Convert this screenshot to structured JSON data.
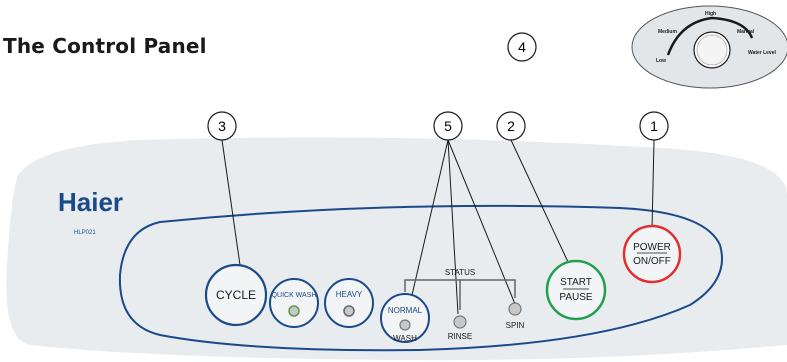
{
  "heading": "The Control Panel",
  "brand": {
    "name": "Haier",
    "model": "HLP021",
    "color": "#1a4a8a"
  },
  "colors": {
    "panel": "#e8ecef",
    "outline": "#1a4a8a",
    "start_ring": "#22a050",
    "power_ring": "#e03030",
    "led": "#8a8a8a"
  },
  "buttons": {
    "cycle": "CYCLE",
    "quick_wash": "QUICK WASH",
    "heavy": "HEAVY",
    "normal": "NORMAL",
    "start": "START",
    "pause": "PAUSE",
    "power": "POWER",
    "on_off": "ON/OFF"
  },
  "status": {
    "label": "STATUS",
    "wash": "WASH",
    "rinse": "RINSE",
    "spin": "SPIN"
  },
  "callouts": [
    "1",
    "2",
    "3",
    "4",
    "5"
  ],
  "water_level_dial": {
    "label": "Water Level",
    "settings": [
      "Low",
      "Medium",
      "High",
      "Manual"
    ]
  }
}
